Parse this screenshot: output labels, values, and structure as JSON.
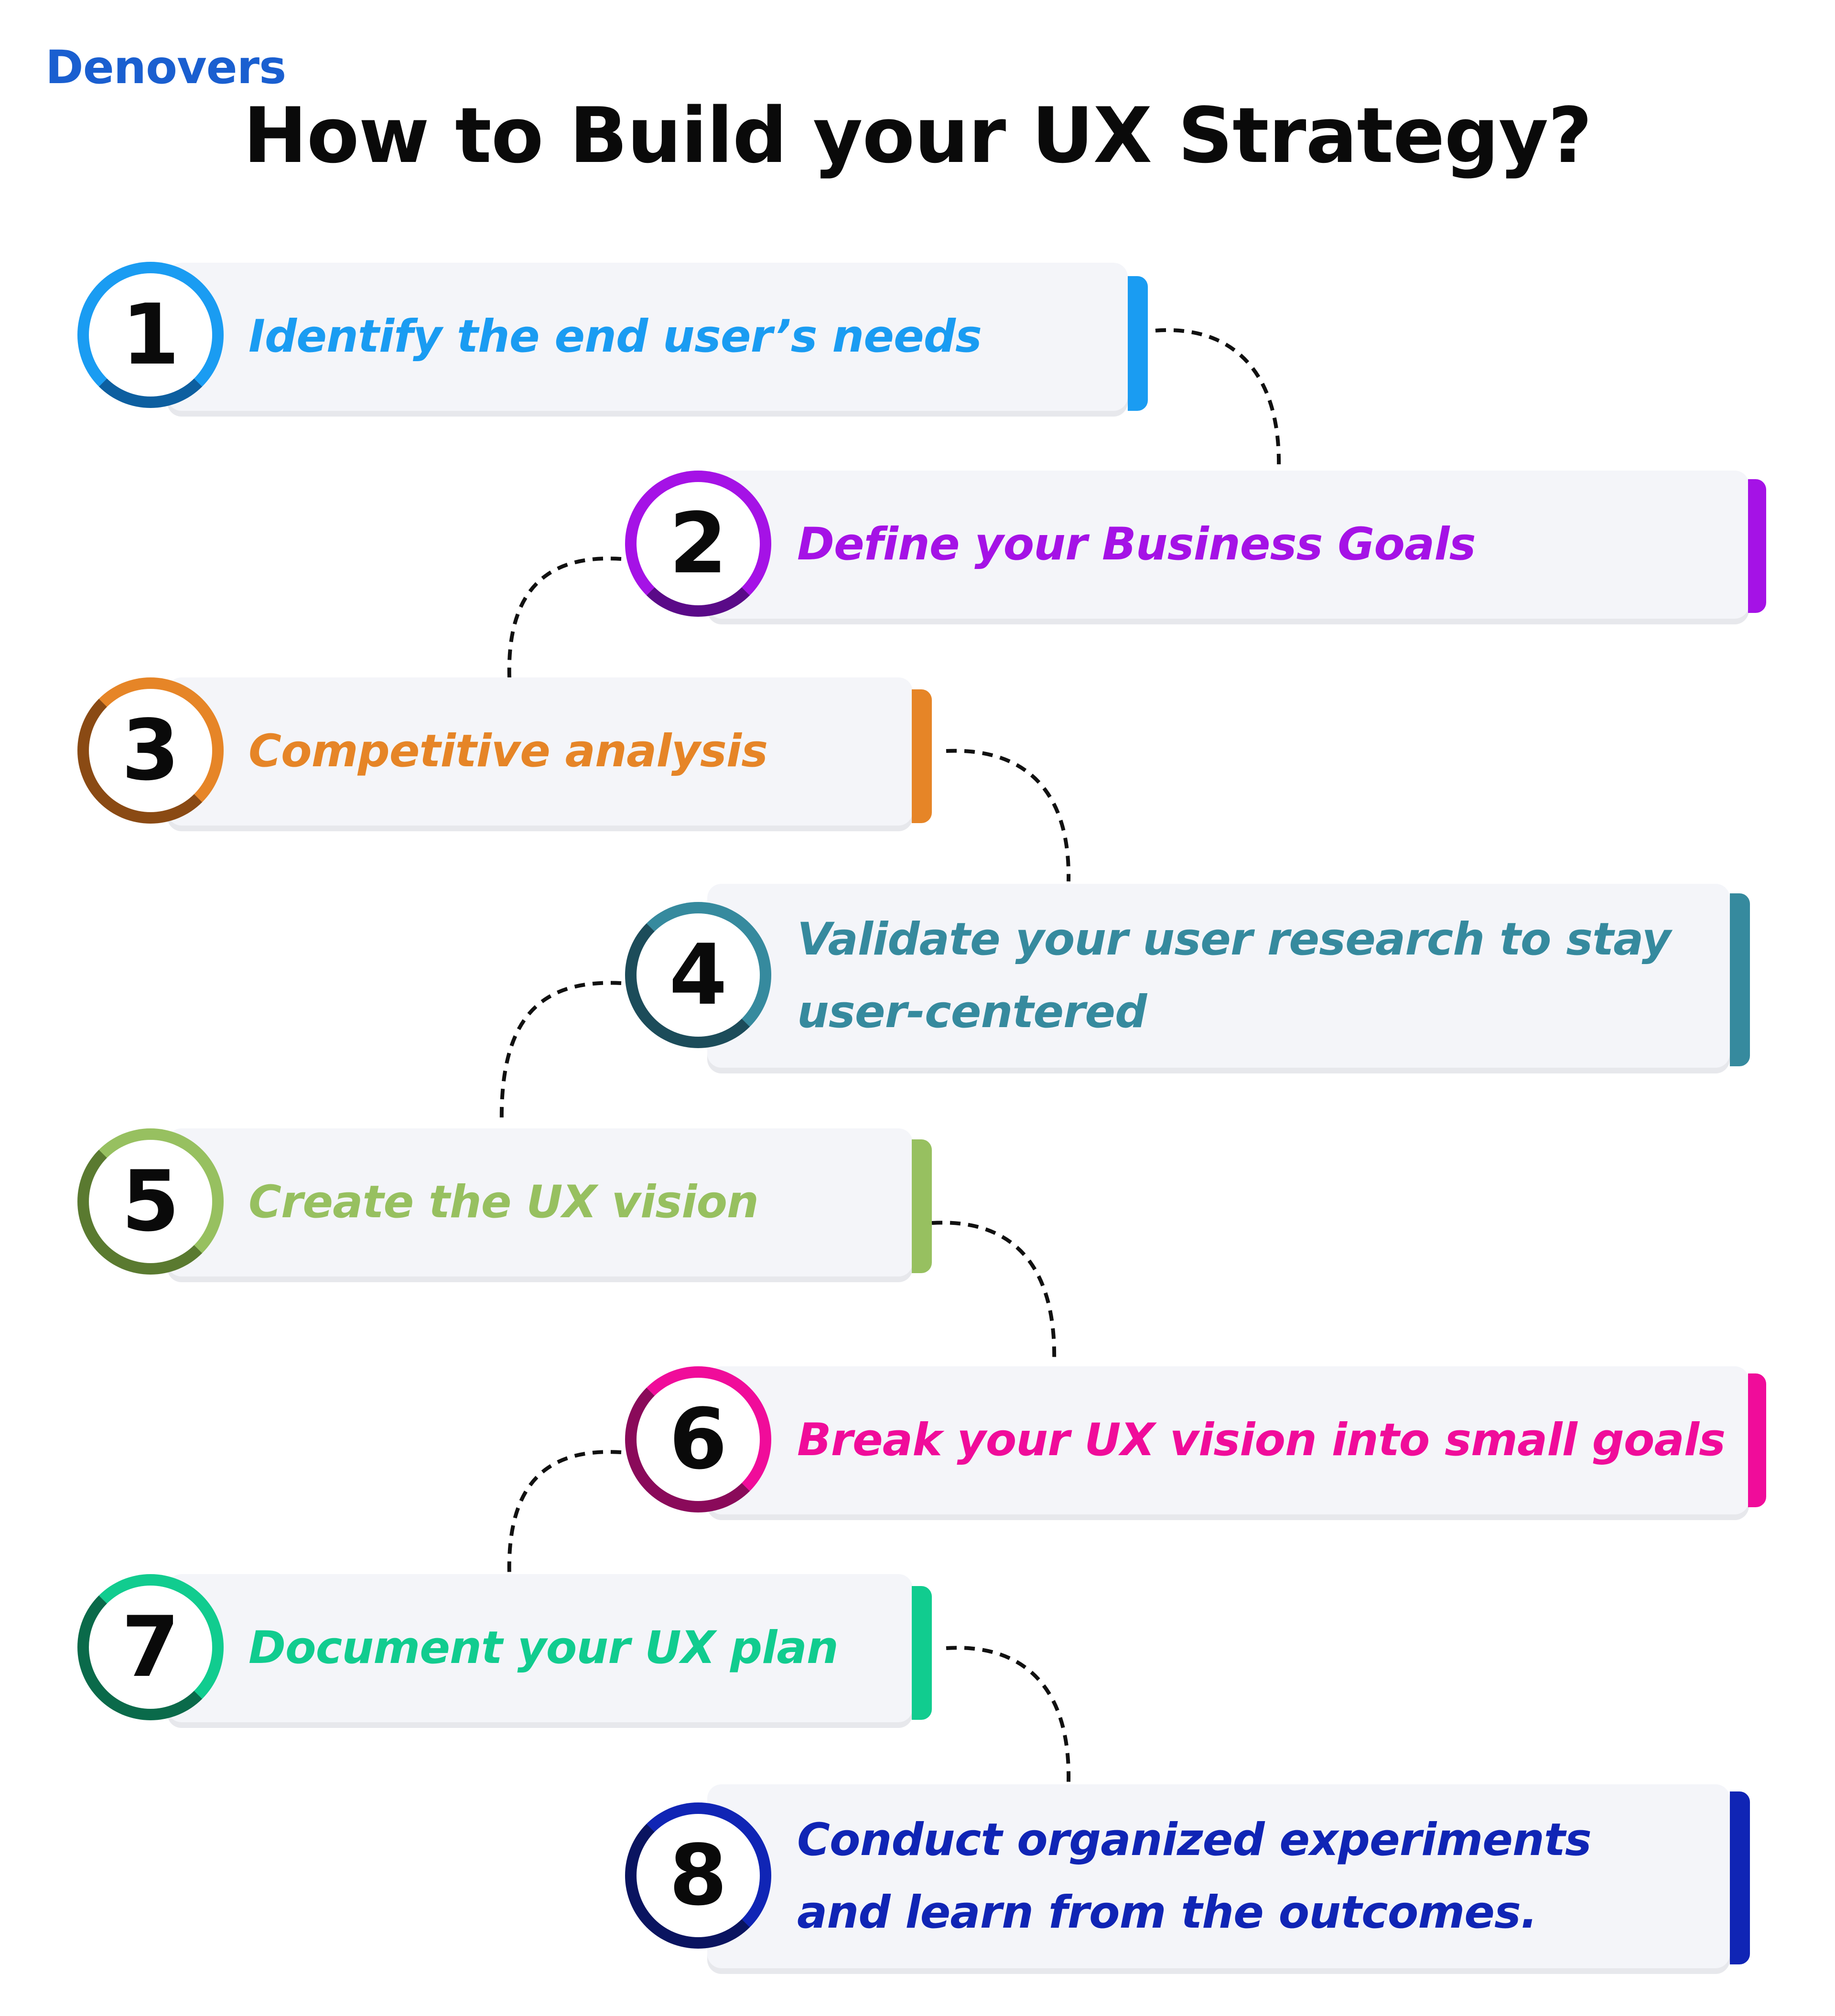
{
  "brand": {
    "name": "Denovers",
    "color": "#1a5fd0"
  },
  "title": "How to Build your UX Strategy?",
  "steps": [
    {
      "number": "1",
      "text": "Identify the end user’s needs",
      "color": "#1a9cf2",
      "ring_dark": "#0d5fa0"
    },
    {
      "number": "2",
      "text": "Define your Business Goals",
      "color": "#a512e6",
      "ring_dark": "#5a0a88"
    },
    {
      "number": "3",
      "text": "Competitive analysis",
      "color": "#e68527",
      "ring_dark": "#8a4a14"
    },
    {
      "number": "4",
      "text": "Validate your user research to stay user-centered",
      "color": "#368a9e",
      "ring_dark": "#1c4c5a"
    },
    {
      "number": "5",
      "text": "Create the UX vision",
      "color": "#97c060",
      "ring_dark": "#5a7a30"
    },
    {
      "number": "6",
      "text": "Break your UX vision into small goals",
      "color": "#f00c9a",
      "ring_dark": "#8a0a5a"
    },
    {
      "number": "7",
      "text": "Document your UX plan",
      "color": "#11cc8f",
      "ring_dark": "#0a6a4a"
    },
    {
      "number": "8",
      "text": "Conduct organized experiments and learn from the outcomes.",
      "color": "#1025b5",
      "ring_dark": "#0a1460"
    }
  ]
}
